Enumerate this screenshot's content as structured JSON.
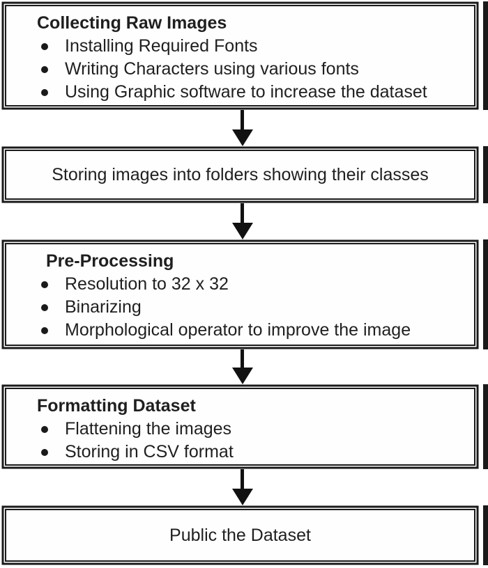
{
  "page": {
    "background_color": "#ffffff",
    "border_color": "#1a1a1a",
    "text_color": "#1f1f1f"
  },
  "flowchart": {
    "boxes": [
      {
        "id": "collecting-raw-images",
        "title": "Collecting Raw Images",
        "bullets": [
          "Installing Required Fonts",
          "Writing Characters using various fonts",
          "Using Graphic software to increase the dataset"
        ]
      },
      {
        "id": "storing-images",
        "text": "Storing images into folders showing their classes"
      },
      {
        "id": "pre-processing",
        "title": "Pre-Processing",
        "bullets": [
          "Resolution to 32 x 32",
          "Binarizing",
          "Morphological operator to improve the image"
        ]
      },
      {
        "id": "formatting-dataset",
        "title": "Formatting Dataset",
        "bullets": [
          "Flattening the images",
          "Storing in CSV format"
        ]
      },
      {
        "id": "public-dataset",
        "text": "Public the Dataset"
      }
    ],
    "connectors": [
      {
        "from": "collecting-raw-images",
        "to": "storing-images",
        "type": "arrow-down"
      },
      {
        "from": "storing-images",
        "to": "pre-processing",
        "type": "arrow-down"
      },
      {
        "from": "pre-processing",
        "to": "formatting-dataset",
        "type": "arrow-down"
      },
      {
        "from": "formatting-dataset",
        "to": "public-dataset",
        "type": "arrow-down"
      }
    ]
  }
}
